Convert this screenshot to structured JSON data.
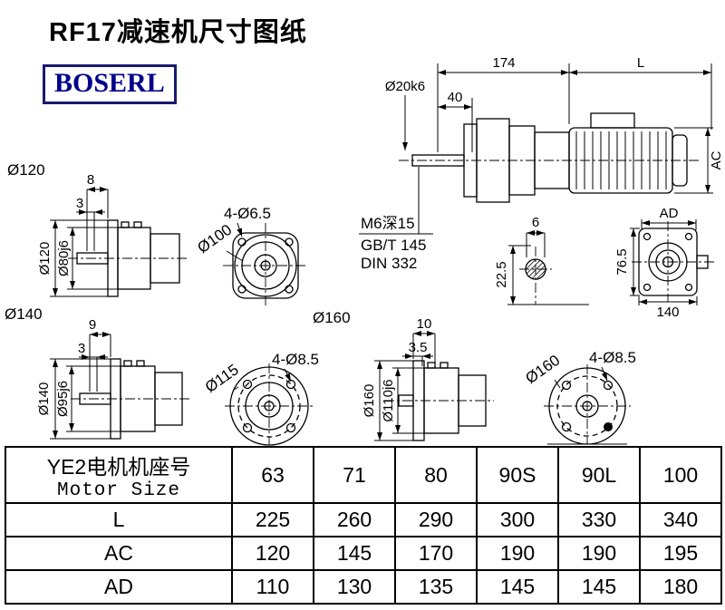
{
  "page": {
    "title": "RF17减速机尺寸图纸",
    "logo": "BOSERL"
  },
  "assembly": {
    "dim_length_gear": "174",
    "dim_length_motor": "L",
    "dim_40": "40",
    "shaft_dia": "Ø20k6",
    "dim_ac": "AC",
    "tap_note": "M6深15",
    "std_1": "GB/T 145",
    "std_2": "DIN 332",
    "key_width": "6",
    "key_height": "22.5",
    "dim_ad": "AD",
    "rear_height": "76.5",
    "rear_width": "140"
  },
  "view120": {
    "label": "Ø120",
    "dim_a": "8",
    "dim_b": "3",
    "flange_dia": "Ø120",
    "spigot_dia": "Ø80j6",
    "holes": "4-Ø6.5",
    "pitch_dia": "Ø100"
  },
  "view140": {
    "label": "Ø140",
    "dim_a": "9",
    "dim_b": "3",
    "flange_dia": "Ø140",
    "spigot_dia": "Ø95j6",
    "holes": "4-Ø8.5",
    "pitch_dia": "Ø115"
  },
  "view160": {
    "label": "Ø160",
    "dim_a": "10",
    "dim_b": "3.5",
    "flange_dia": "Ø160",
    "spigot_dia": "Ø110j6",
    "holes": "4-Ø8.5",
    "pitch_dia": "Ø160"
  },
  "table": {
    "header_cn": "YE2电机机座号",
    "header_en": "Motor Size",
    "sizes": [
      "63",
      "71",
      "80",
      "90S",
      "90L",
      "100"
    ],
    "rows": [
      {
        "label": "L",
        "values": [
          "225",
          "260",
          "290",
          "300",
          "330",
          "340"
        ]
      },
      {
        "label": "AC",
        "values": [
          "120",
          "145",
          "170",
          "190",
          "190",
          "195"
        ]
      },
      {
        "label": "AD",
        "values": [
          "110",
          "130",
          "135",
          "145",
          "145",
          "180"
        ]
      }
    ]
  }
}
